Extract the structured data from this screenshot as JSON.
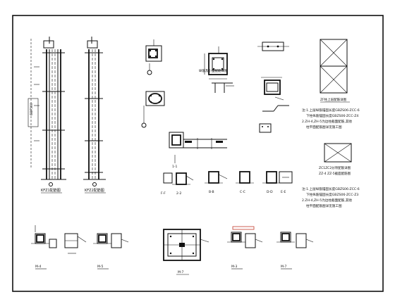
{
  "column_elevations": [
    {
      "label": "KFZ1配筋图"
    },
    {
      "label": "KFZ2配筋图"
    }
  ],
  "left_column_annotation": "GBF500",
  "upper_details": [
    {
      "label": "纵筋及小型配筋详图"
    },
    {
      "label": "ZF柱上层配筋详图"
    }
  ],
  "right_panel": {
    "upper_box_label": "ZF柱上层配筋详图",
    "upper_notes": [
      "注:1.上层纵筋锚固长度GBZS06-ZCC-6",
      "下柱纵筋锚固长度GBZS06-ZCC-Z4",
      "2.ZH-4,ZH-5为边柱截面配筋,其他",
      "柱平面配筋图详见施工图"
    ],
    "lower_box_labels": [
      "ZC1ZC2分项配筋详图",
      "ZZ-4 ZZ-5截面配筋图"
    ],
    "lower_notes": [
      "注:1.上层纵筋锚固长度GBZS06-ZCC-6",
      "下柱纵筋锚固长度GBZS06-ZCC-Z3",
      "2.ZH-4,ZH-5为边柱截面配筋,其他",
      "柱平面配筋图详见施工图"
    ]
  },
  "mid_details": [
    {
      "label": "1-1"
    },
    {
      "label": "2-2"
    },
    {
      "label": "B-B"
    },
    {
      "label": "C-C"
    },
    {
      "label": "D-D"
    },
    {
      "label": "E-E"
    },
    {
      "label": "F-F"
    }
  ],
  "bottom_sections": [
    {
      "label": "M-4"
    },
    {
      "label": "M-5"
    },
    {
      "label": "M-7"
    },
    {
      "label": "M-3"
    },
    {
      "label": "M-7"
    }
  ]
}
